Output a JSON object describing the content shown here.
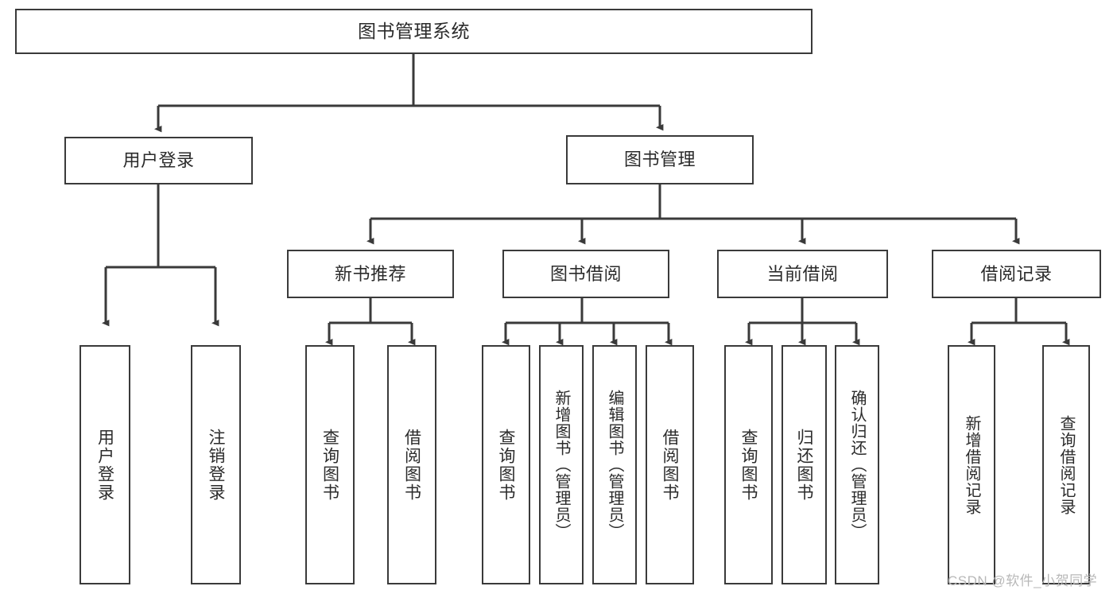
{
  "diagram": {
    "type": "tree-hierarchy",
    "title": "图书管理系统",
    "root": {
      "id": "root",
      "label": "图书管理系统"
    },
    "level1": [
      {
        "id": "user-login",
        "label": "用户登录"
      },
      {
        "id": "book-management",
        "label": "图书管理"
      }
    ],
    "level2": [
      {
        "id": "new-book-recommend",
        "label": "新书推荐",
        "parent": "book-management"
      },
      {
        "id": "book-borrow",
        "label": "图书借阅",
        "parent": "book-management"
      },
      {
        "id": "current-borrow",
        "label": "当前借阅",
        "parent": "book-management"
      },
      {
        "id": "borrow-record",
        "label": "借阅记录",
        "parent": "book-management"
      }
    ],
    "leaves": [
      {
        "id": "leaf-user-login",
        "label": "用户登录",
        "parent": "user-login"
      },
      {
        "id": "leaf-logout-login",
        "label": "注销登录",
        "parent": "user-login"
      },
      {
        "id": "leaf-query-book-1",
        "label": "查询图书",
        "parent": "new-book-recommend"
      },
      {
        "id": "leaf-borrow-book-1",
        "label": "借阅图书",
        "parent": "new-book-recommend"
      },
      {
        "id": "leaf-query-book-2",
        "label": "查询图书",
        "parent": "book-borrow"
      },
      {
        "id": "leaf-add-book",
        "label": "新增图书（管理员）",
        "parent": "book-borrow"
      },
      {
        "id": "leaf-edit-book",
        "label": "编辑图书（管理员）",
        "parent": "book-borrow"
      },
      {
        "id": "leaf-borrow-book-2",
        "label": "借阅图书",
        "parent": "book-borrow"
      },
      {
        "id": "leaf-query-book-3",
        "label": "查询图书",
        "parent": "current-borrow"
      },
      {
        "id": "leaf-return-book",
        "label": "归还图书",
        "parent": "current-borrow"
      },
      {
        "id": "leaf-confirm-return",
        "label": "确认归还（管理员）",
        "parent": "current-borrow"
      },
      {
        "id": "leaf-add-record",
        "label": "新增借阅记录",
        "parent": "borrow-record"
      },
      {
        "id": "leaf-query-record",
        "label": "查询借阅记录",
        "parent": "borrow-record"
      }
    ],
    "colors": {
      "stroke": "#3a3a3a",
      "text": "#2b2b2b",
      "background": "#ffffff",
      "watermark": "#b8b8b8"
    }
  },
  "watermark": {
    "text": "CSDN @软件_小贺同学"
  }
}
